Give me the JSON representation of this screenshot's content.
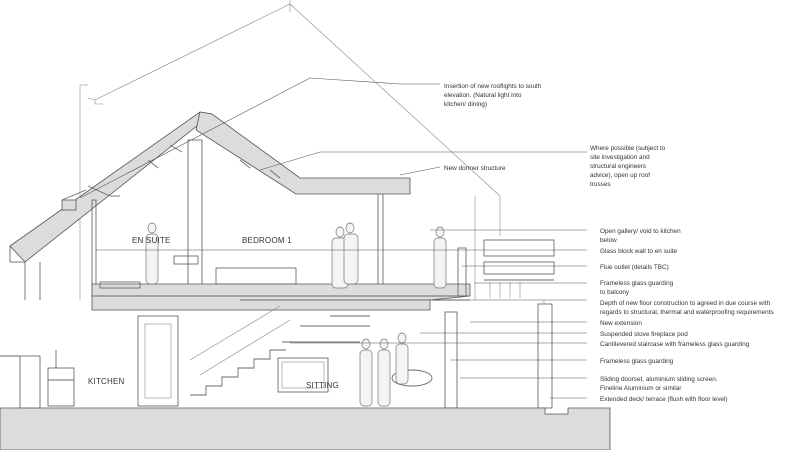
{
  "rooms": {
    "en_suite": "EN SUITE",
    "bedroom": "BEDROOM 1",
    "kitchen": "KITCHEN",
    "sitting": "SITTING"
  },
  "annotations": {
    "rooflights": [
      "Insertion of new rooflights to south",
      "elevation. (Natural light into",
      "kitchen/ dining)"
    ],
    "trusses": [
      "Where possible (subject to",
      "site investigation and",
      "structural engineers",
      "advice), open up roof",
      "trusses"
    ],
    "dormer": [
      "New dormer structure"
    ],
    "gallery": [
      "Open gallery/ void to kitchen",
      "below"
    ],
    "glass_block": [
      "Glass block wall to en suite"
    ],
    "flue": [
      "Flue outlet (details TBC)"
    ],
    "frameless_balcony": [
      "Frameless glass guarding",
      "to balcony"
    ],
    "floor_depth": [
      "Depth of new floor construction to agreed in due course with",
      "regards to structural, thermal and waterproofing requirements"
    ],
    "extension": [
      "New extension"
    ],
    "stove": [
      "Suspended stove fireplace pod"
    ],
    "staircase": [
      "Cantilevered staircase with frameless glass guarding"
    ],
    "frameless": [
      "Frameless glass guarding"
    ],
    "doorset": [
      "Sliding doorset, aluminium sliding screen.",
      "Fineline Aluminium or similar"
    ],
    "deck": [
      "Extended deck/ terrace (flush with floor level)"
    ]
  },
  "colors": {
    "line": "#6a6a6a",
    "hatch": "#dcdcdc",
    "text": "#333333"
  }
}
